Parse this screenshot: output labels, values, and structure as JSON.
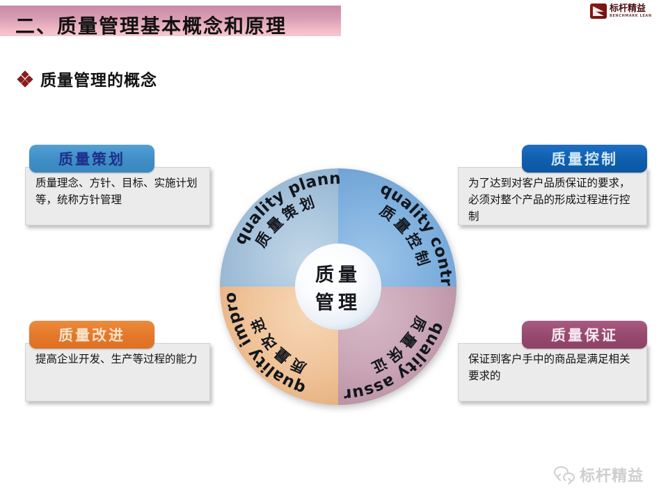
{
  "slide": {
    "title": "二、质量管理基本概念和原理",
    "section_heading": "质量管理的概念",
    "bullet_icon": "diamond-cluster-icon"
  },
  "logo": {
    "icon": "benchmark-lean-logo-icon",
    "cn": "标杆精益",
    "en": "BENCHMARK LEAN"
  },
  "watermark": {
    "icon": "wechat-icon",
    "text": "标杆精益"
  },
  "cards": [
    {
      "key": "planning",
      "header": "质量策划",
      "body": "质量理念、方针、目标、实施计划等，统称方针管理",
      "header_bg": "#3f8ec6",
      "header_color": "#1c2f8c"
    },
    {
      "key": "control",
      "header": "质量控制",
      "body": "为了达到对客户品质保证的要求，必须对整个产品的形成过程进行控制",
      "header_bg": "#0f5ead",
      "header_color": "#cfe7f7"
    },
    {
      "key": "improvement",
      "header": "质量改进",
      "body": "提高企业开发、生产等过程的能力",
      "header_bg": "#e4772a",
      "header_color": "#f6e3c8"
    },
    {
      "key": "assurance",
      "header": "质量保证",
      "body": "保证到客户手中的商品是满足相关要求的",
      "header_bg": "#96486e",
      "header_color": "#f6eaf1"
    }
  ],
  "diagram": {
    "type": "donut-quadrant",
    "center_line1": "质量",
    "center_line2": "管理",
    "quadrants": [
      {
        "position": "top-left",
        "cn": "质量策划",
        "en": "quality planning",
        "color": "#a8c4dc"
      },
      {
        "position": "top-right",
        "cn": "质量控制",
        "en": "quality control",
        "color": "#84b4e0"
      },
      {
        "position": "bottom-left",
        "cn": "质量改进",
        "en": "quality improvement",
        "color": "#f0c49a"
      },
      {
        "position": "bottom-right",
        "cn": "质量保证",
        "en": "quality assurance",
        "color": "#c9a5b5"
      }
    ]
  }
}
